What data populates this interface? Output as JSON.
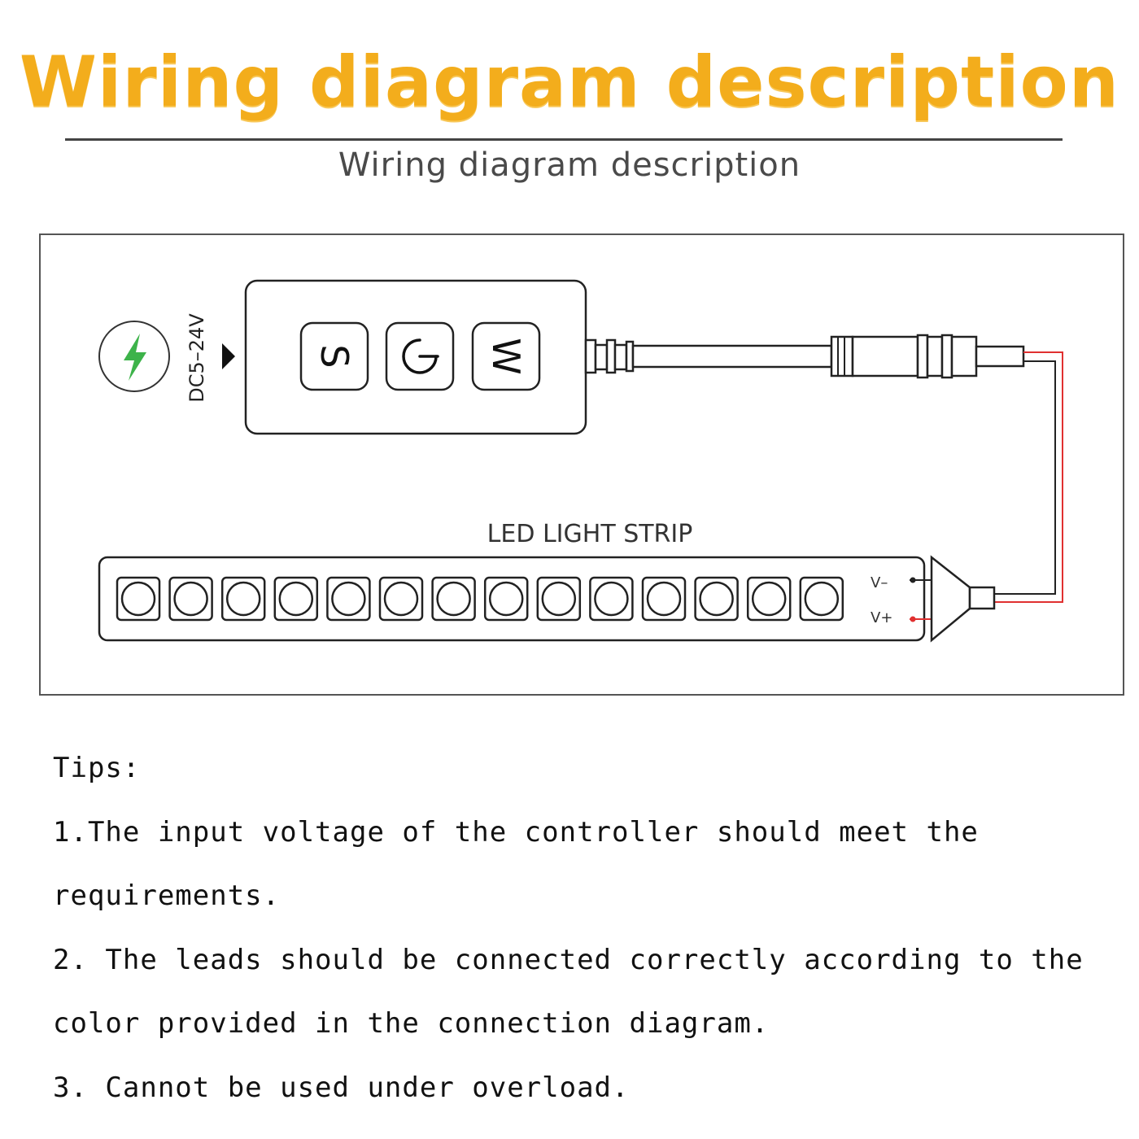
{
  "header": {
    "title": "Wiring diagram description",
    "subtitle": "Wiring diagram description"
  },
  "diagram": {
    "voltage_label": "DC5–24V",
    "button_s": "S",
    "button_w": "W",
    "strip_label": "LED LIGHT STRIP",
    "terminal_neg": "V–",
    "terminal_pos": "V+",
    "led_count": 14,
    "colors": {
      "lightning": "#3db34a",
      "wire_red": "#e03030",
      "wire_black": "#222222",
      "title": "#f3ad1c"
    },
    "icons": [
      "lightning-icon",
      "power-icon",
      "play-arrow-icon"
    ]
  },
  "tips": {
    "heading": "Tips:",
    "line1a": "1.The input voltage of the controller should meet the",
    "line1b": "requirements.",
    "line2a": "2. The leads should be connected correctly according to the",
    "line2b": "color provided in the connection diagram.",
    "line3": "3. Cannot be used under overload."
  }
}
